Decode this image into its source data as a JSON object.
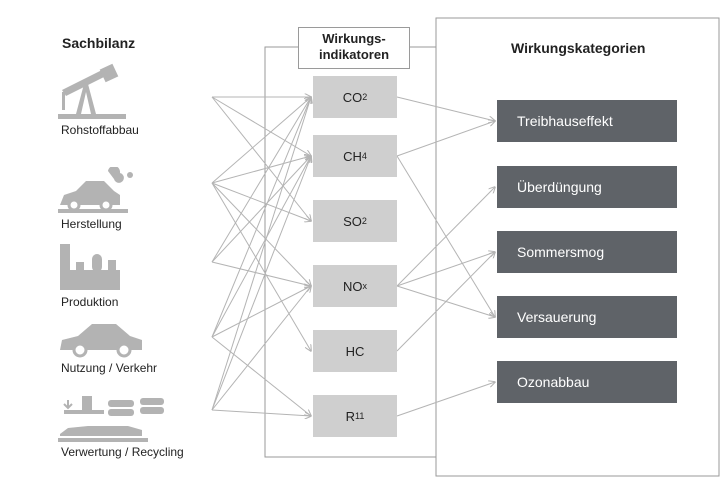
{
  "headings": {
    "left": "Sachbilanz",
    "middle_line1": "Wirkungs-",
    "middle_line2": "indikatoren",
    "right": "Wirkungskategorien"
  },
  "sources": [
    {
      "label": "Rohstoffabbau",
      "icon": "oil-pump-icon"
    },
    {
      "label": "Herstellung",
      "icon": "car-manufacturing-icon"
    },
    {
      "label": "Produktion",
      "icon": "factory-icon"
    },
    {
      "label": "Nutzung / Verkehr",
      "icon": "car-icon"
    },
    {
      "label": "Verwertung / Recycling",
      "icon": "recycling-press-icon"
    }
  ],
  "indicators": [
    {
      "base": "CO",
      "sub": "2"
    },
    {
      "base": "CH",
      "sub": "4"
    },
    {
      "base": "SO",
      "sub": "2"
    },
    {
      "base": "NO",
      "sub": "x"
    },
    {
      "base": "HC",
      "sub": ""
    },
    {
      "base": "R",
      "sub": "11"
    }
  ],
  "categories": [
    "Treibhauseffekt",
    "Überdüngung",
    "Sommersmog",
    "Versauerung",
    "Ozonabbau"
  ],
  "colors": {
    "indicator_box": "#cfcfcf",
    "category_box": "#5f6368",
    "arrow": "#b4b4b4",
    "icon": "#b3b3b3",
    "frame": "#9a9a9a"
  }
}
